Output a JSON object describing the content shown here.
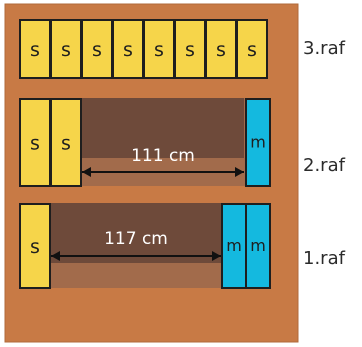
{
  "colors": {
    "wood": "#c87a45",
    "wood_dark": "#8a4f2c",
    "back_panel": "#6e4a3a",
    "back_panel_light": "#a26b4b",
    "yellow_block": "#f6d54a",
    "blue_block": "#14b9df",
    "outline": "#1e1e1e"
  },
  "shelves": [
    {
      "label": "3.raf",
      "left_blocks": [
        "s",
        "s",
        "s",
        "s",
        "s",
        "s",
        "s",
        "s"
      ],
      "right_blocks": [],
      "gap_label": ""
    },
    {
      "label": "2.raf",
      "left_blocks": [
        "s",
        "s"
      ],
      "right_blocks": [
        "m"
      ],
      "gap_label": "111 cm"
    },
    {
      "label": "1.raf",
      "left_blocks": [
        "s"
      ],
      "right_blocks": [
        "m",
        "m"
      ],
      "gap_label": "117 cm"
    }
  ]
}
